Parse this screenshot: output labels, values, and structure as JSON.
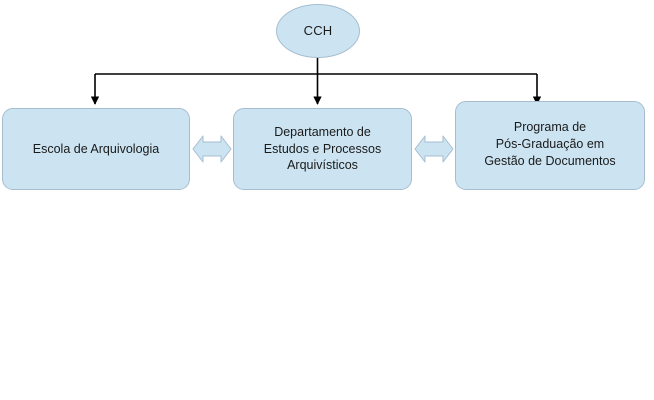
{
  "diagram": {
    "title": "CCH organizational structure",
    "background_color": "#ffffff",
    "node_fill_color": "#cce4f2",
    "node_border_color": "#a6bdd0",
    "connector_color": "#000000",
    "root": {
      "id": "cch",
      "shape": "ellipse",
      "label": "CCH"
    },
    "children": [
      {
        "id": "escola-de-arquivologia",
        "shape": "rounded-rectangle",
        "label": "Escola de Arquivologia"
      },
      {
        "id": "departamento-de-estudos-e-processos-arquivisticos",
        "shape": "rounded-rectangle",
        "label": "Departamento de\nEstudos e Processos\nArquivísticos"
      },
      {
        "id": "programa-de-pos-graduacao-em-gestao-de-documentos",
        "shape": "rounded-rectangle",
        "label": "Programa de\nPós-Graduação em\nGestão de Documentos"
      }
    ],
    "lateral_connectors": [
      {
        "id": "escola-departamento",
        "type": "bidirectional-arrow"
      },
      {
        "id": "departamento-programa",
        "type": "bidirectional-arrow"
      }
    ]
  }
}
